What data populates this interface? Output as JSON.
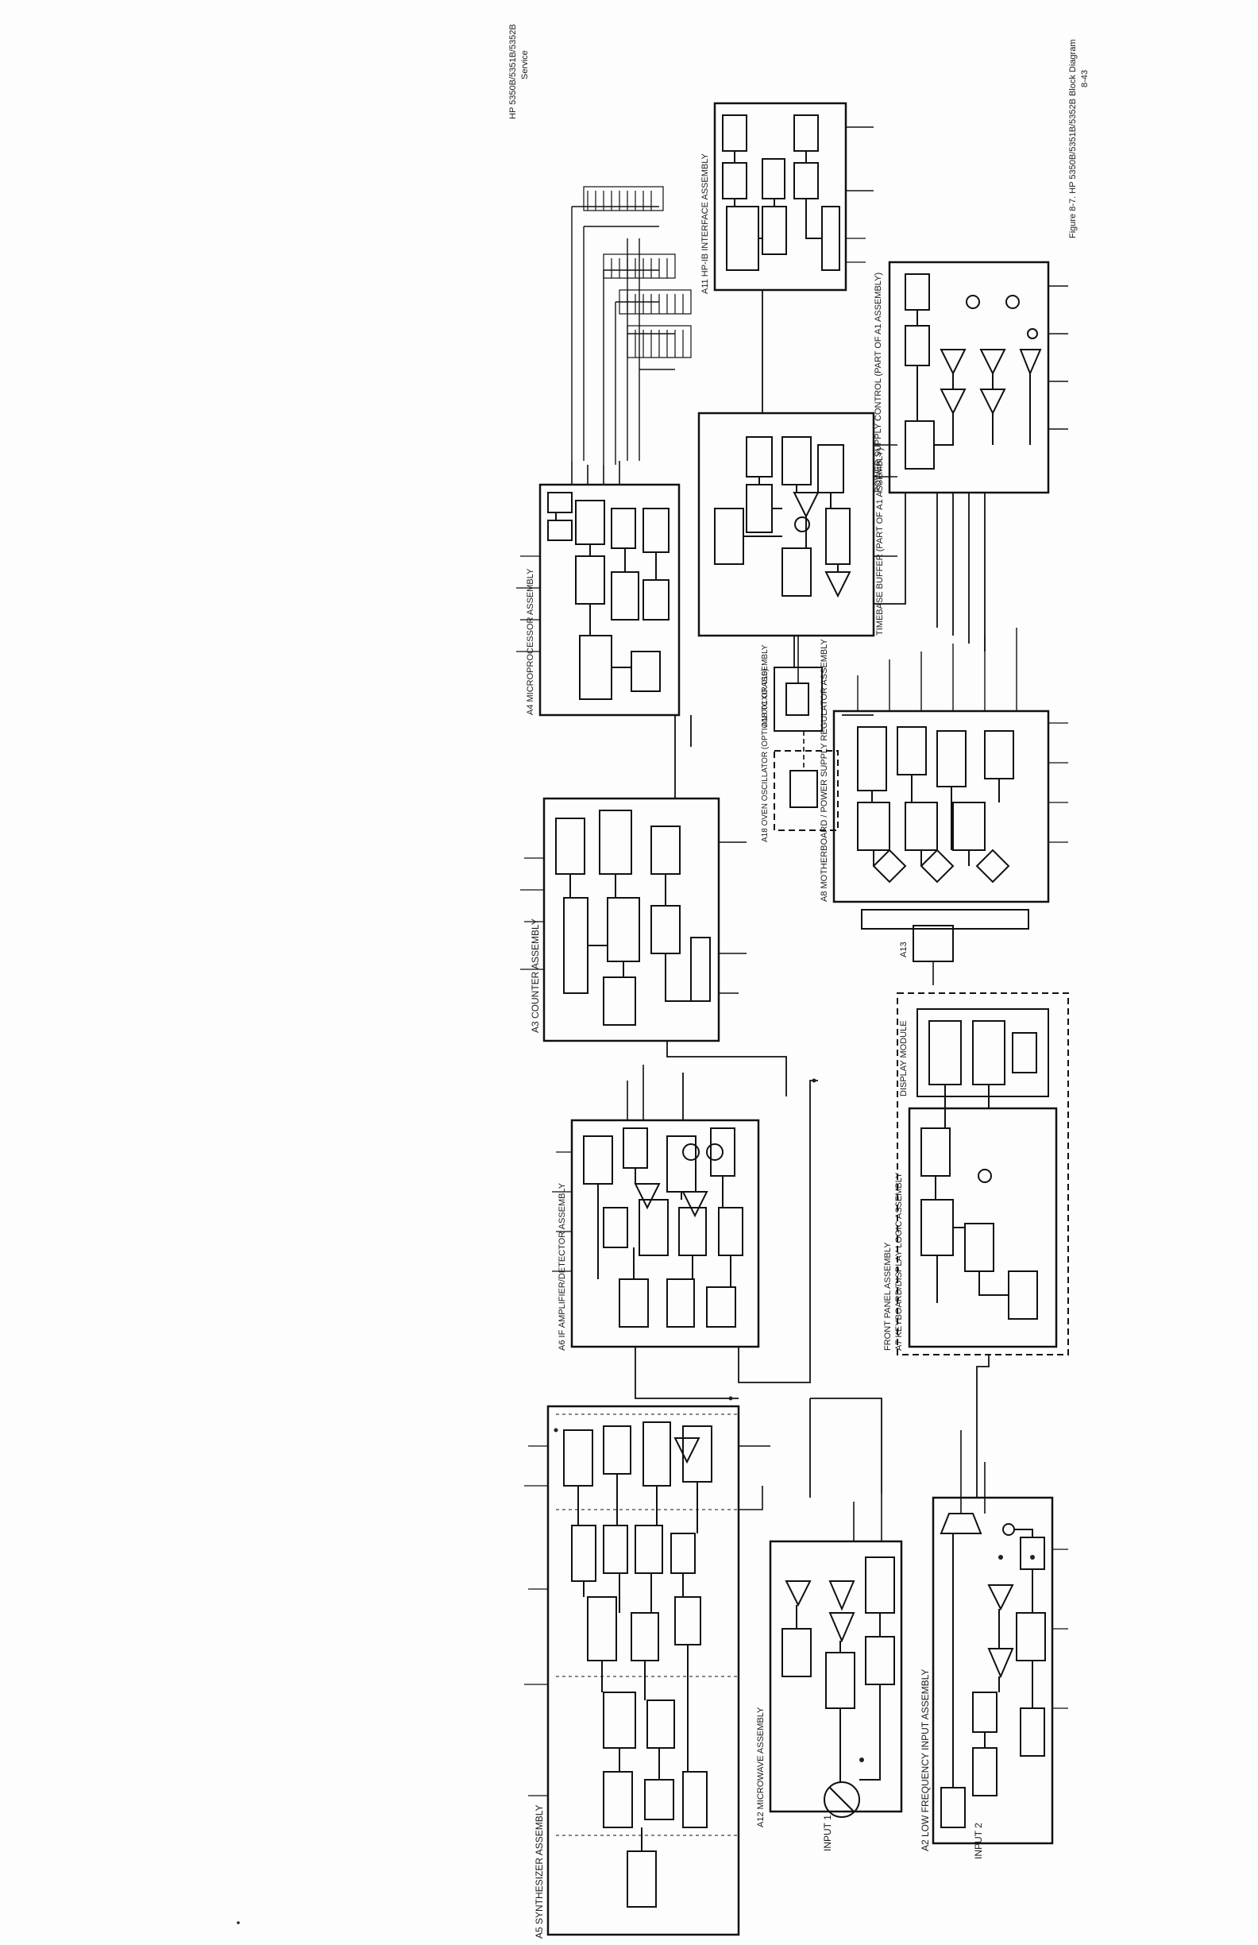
{
  "header": {
    "model_line": "HP 5350B/5351B/5352B",
    "section": "Service"
  },
  "footer": {
    "caption": "Figure 8-7. HP 5350B/5351B/5352B Block Diagram",
    "page_number": "8-43"
  },
  "assemblies": {
    "a5": "A5 SYNTHESIZER ASSEMBLY",
    "a12": "A12 MICROWAVE ASSEMBLY",
    "a2": "A2 LOW FREQUENCY INPUT ASSEMBLY",
    "a6": "A6 IF AMPLIFIER/DETECTOR ASSEMBLY",
    "a3": "A3 COUNTER ASSEMBLY",
    "a4": "A4 MICROPROCESSOR ASSEMBLY",
    "a11": "A11 HP-IB INTERFACE ASSEMBLY",
    "timebase": "TIMEBASE BUFFER (PART OF A1 ASSEMBLY)",
    "a18_tcxo": "A18 TCXO ASSEMBLY",
    "a18_oven": "A18 OVEN OSCILLATOR (OPTION 001 OR 010)",
    "a8": "A8 MOTHERBOARD / POWER SUPPLY REGULATOR ASSEMBLY",
    "a13": "A13",
    "psu_ctrl": "POWER SUPPLY CONTROL (PART OF A1 ASSEMBLY)",
    "front_panel": "FRONT PANEL ASSEMBLY",
    "a7": "A7 KEYBOARD/DISPLAY LOGIC ASSEMBLY",
    "display_module": "DISPLAY MODULE"
  },
  "inputs": {
    "input1": "INPUT 1",
    "input2": "INPUT 2"
  }
}
